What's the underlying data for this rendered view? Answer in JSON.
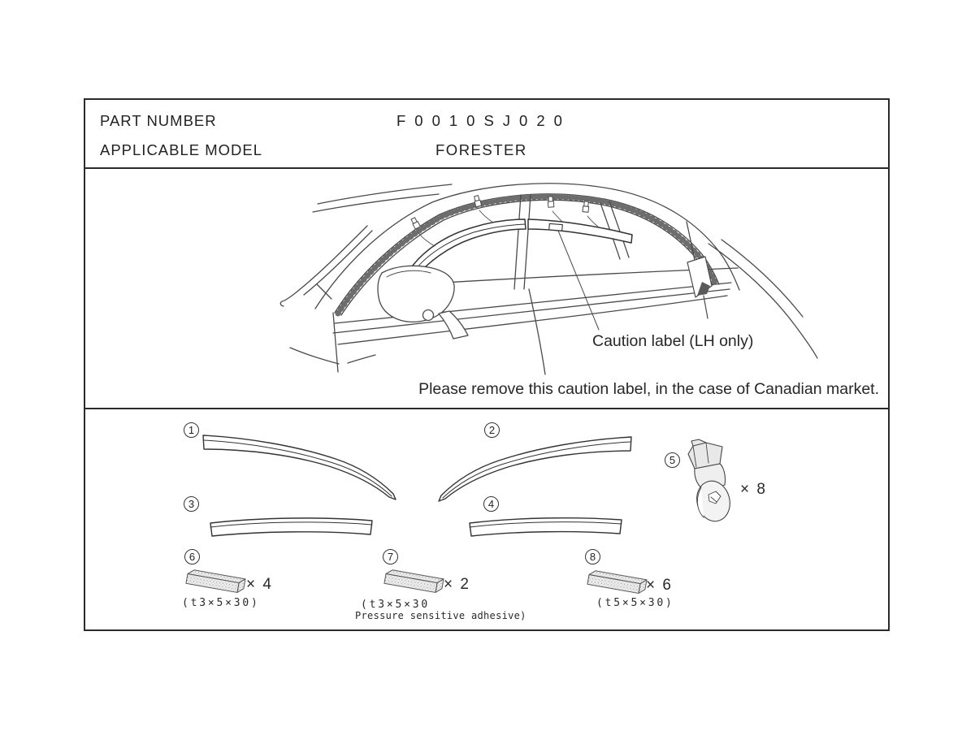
{
  "header": {
    "part_number_label": "PART NUMBER",
    "part_number_value": "F0010SJ020",
    "applicable_model_label": "APPLICABLE MODEL",
    "applicable_model_value": "FORESTER"
  },
  "illustration": {
    "caution_label_callout": "Caution label (LH only)",
    "canadian_market_note": "Please remove this caution label, in the case of Canadian market."
  },
  "parts": [
    {
      "number": "1"
    },
    {
      "number": "2"
    },
    {
      "number": "3"
    },
    {
      "number": "4"
    },
    {
      "number": "5",
      "qty": "× 8"
    },
    {
      "number": "6",
      "qty": "× 4",
      "spec": "(t3×5×30)"
    },
    {
      "number": "7",
      "qty": "× 2",
      "spec": "(t3×5×30",
      "spec2": "Pressure sensitive adhesive)"
    },
    {
      "number": "8",
      "qty": "× 6",
      "spec": "(t5×5×30)"
    }
  ]
}
